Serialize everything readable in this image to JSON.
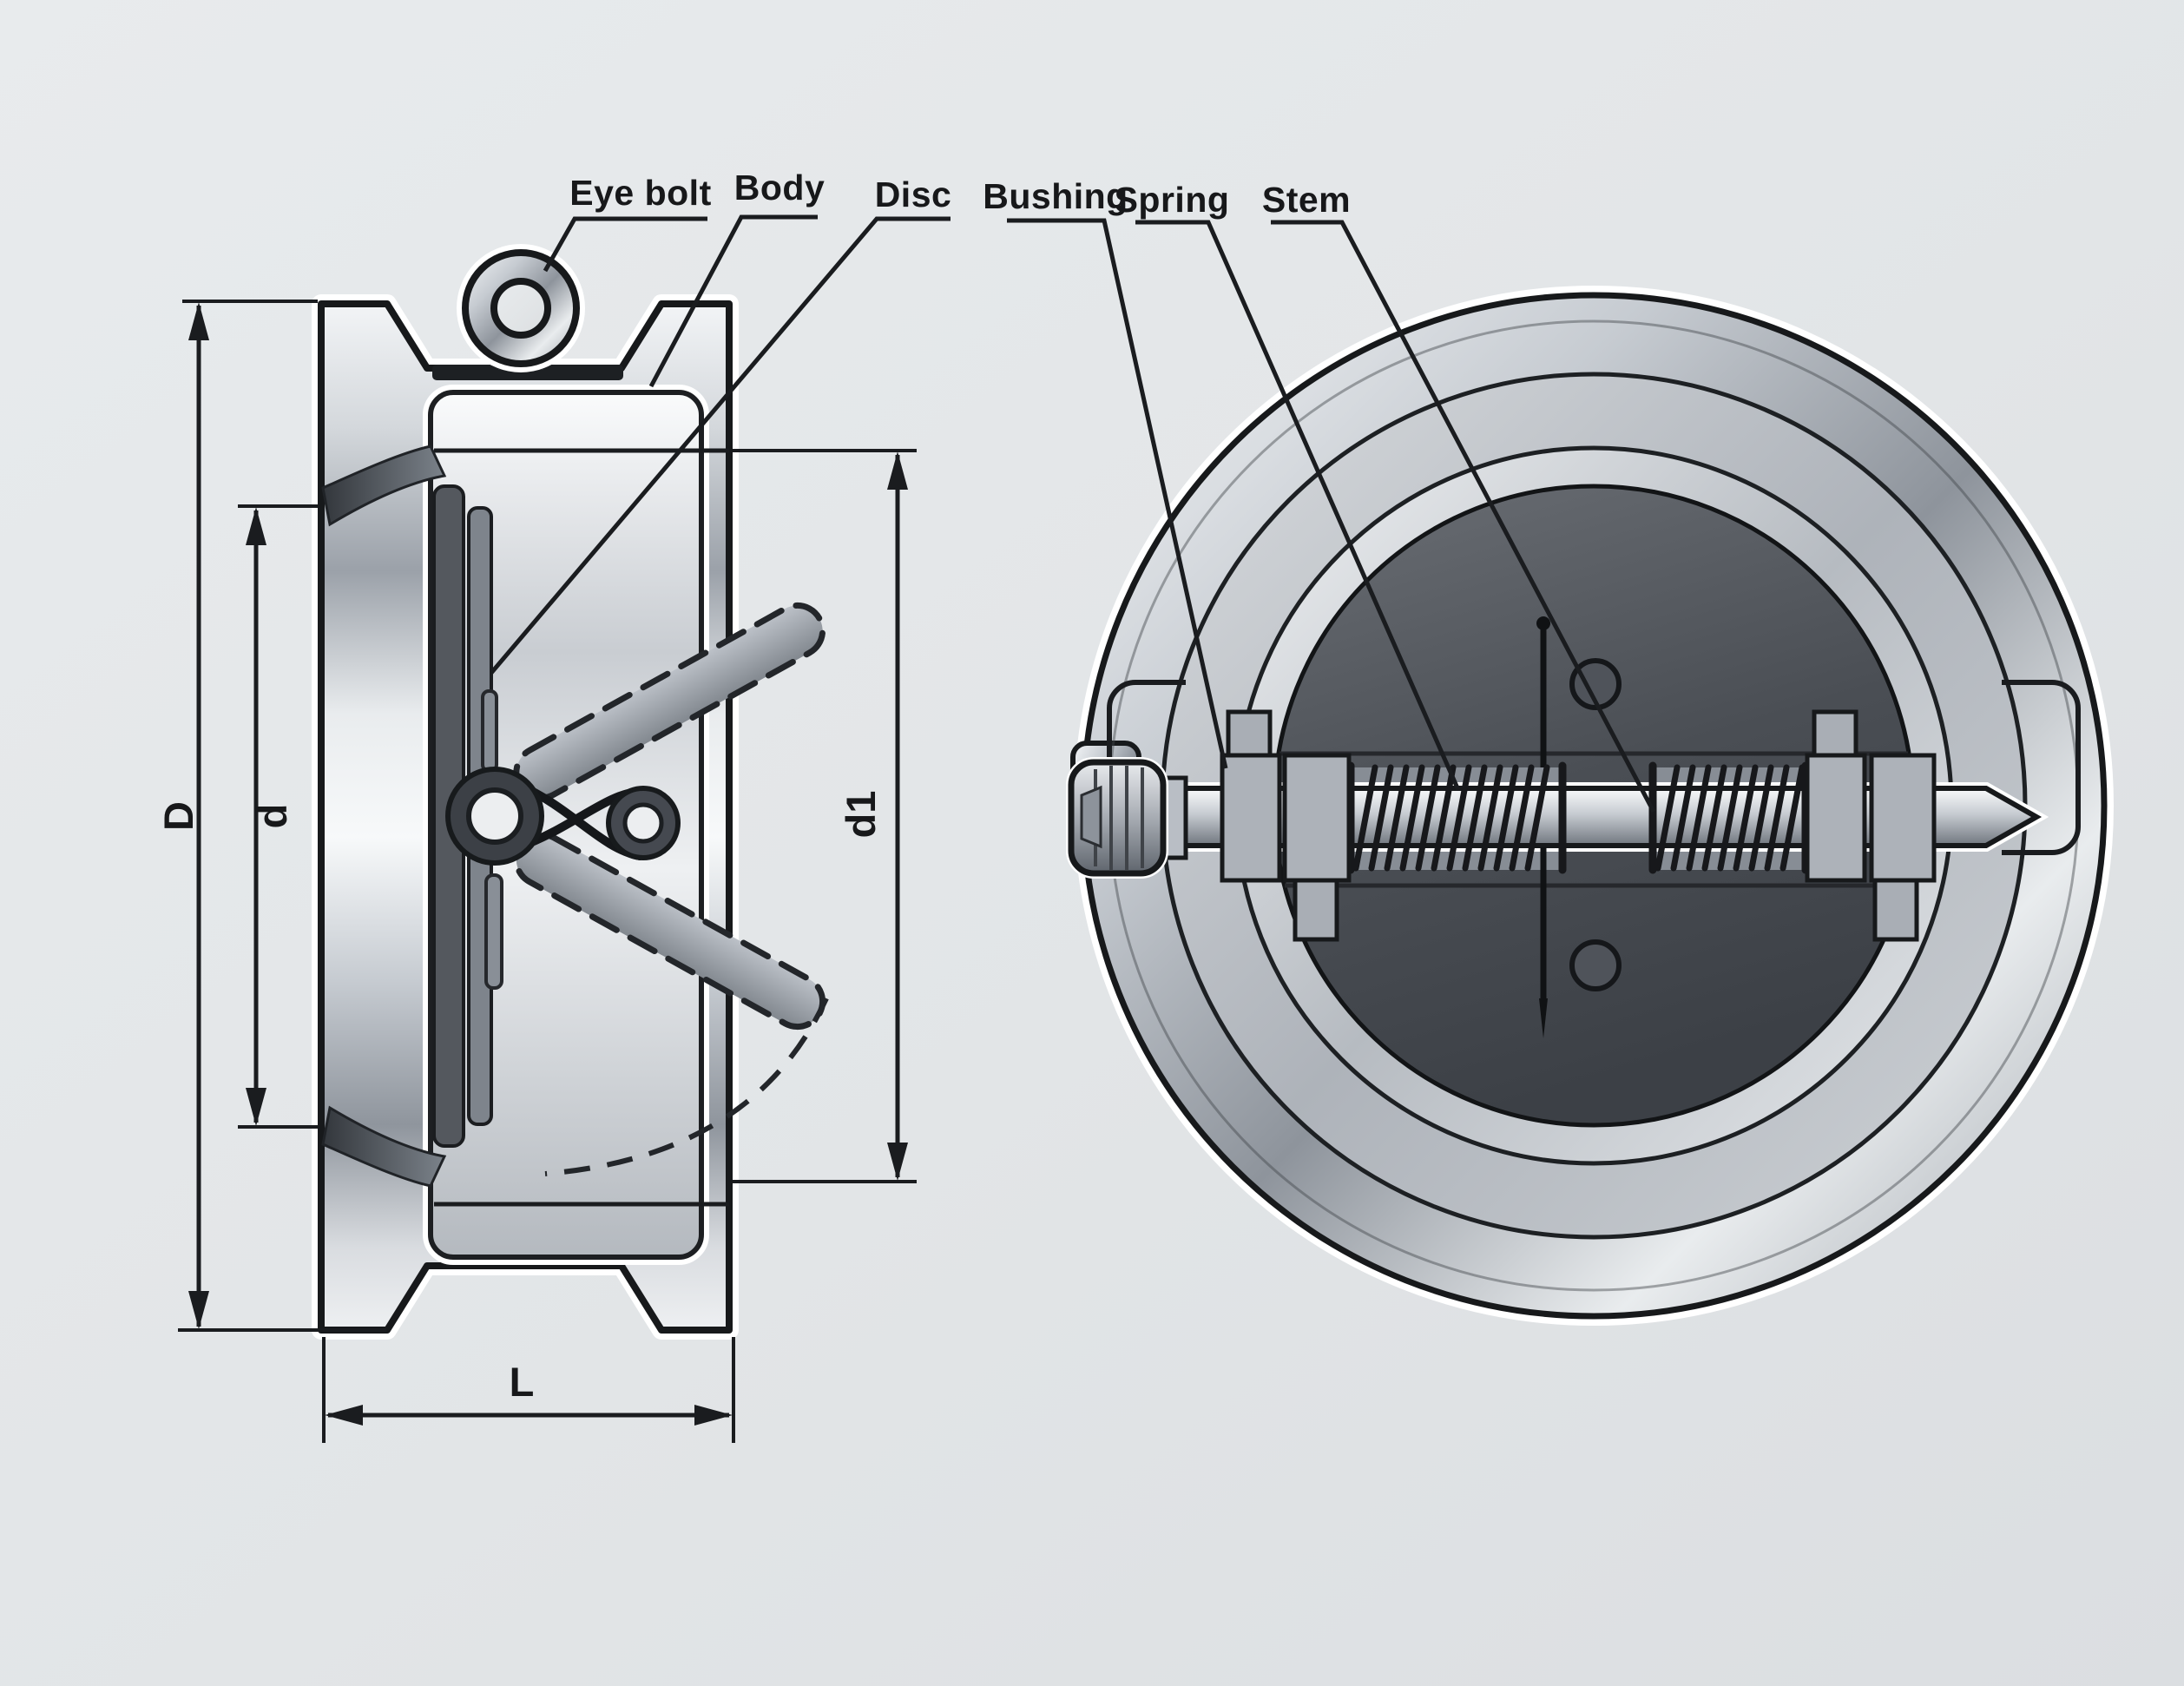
{
  "part_labels": [
    {
      "id": "eye-bolt",
      "label": "Eye bolt"
    },
    {
      "id": "body",
      "label": "Body"
    },
    {
      "id": "disc",
      "label": "Disc"
    },
    {
      "id": "bushing",
      "label": "Bushing"
    },
    {
      "id": "spring",
      "label": "Spring"
    },
    {
      "id": "stem",
      "label": "Stem"
    }
  ],
  "dimension_labels": {
    "outer_diameter": "D",
    "bore_diameter": "d",
    "seat_diameter": "d1",
    "face_to_face": "L"
  },
  "colors": {
    "background": "#e3e6e8",
    "line": "#1a1c1f",
    "metal_light": "#f6f8f9",
    "metal_mid": "#b9bec5",
    "metal_dark": "#6d737b",
    "disc_dark": "#464a50",
    "label_text": "#17181a"
  }
}
